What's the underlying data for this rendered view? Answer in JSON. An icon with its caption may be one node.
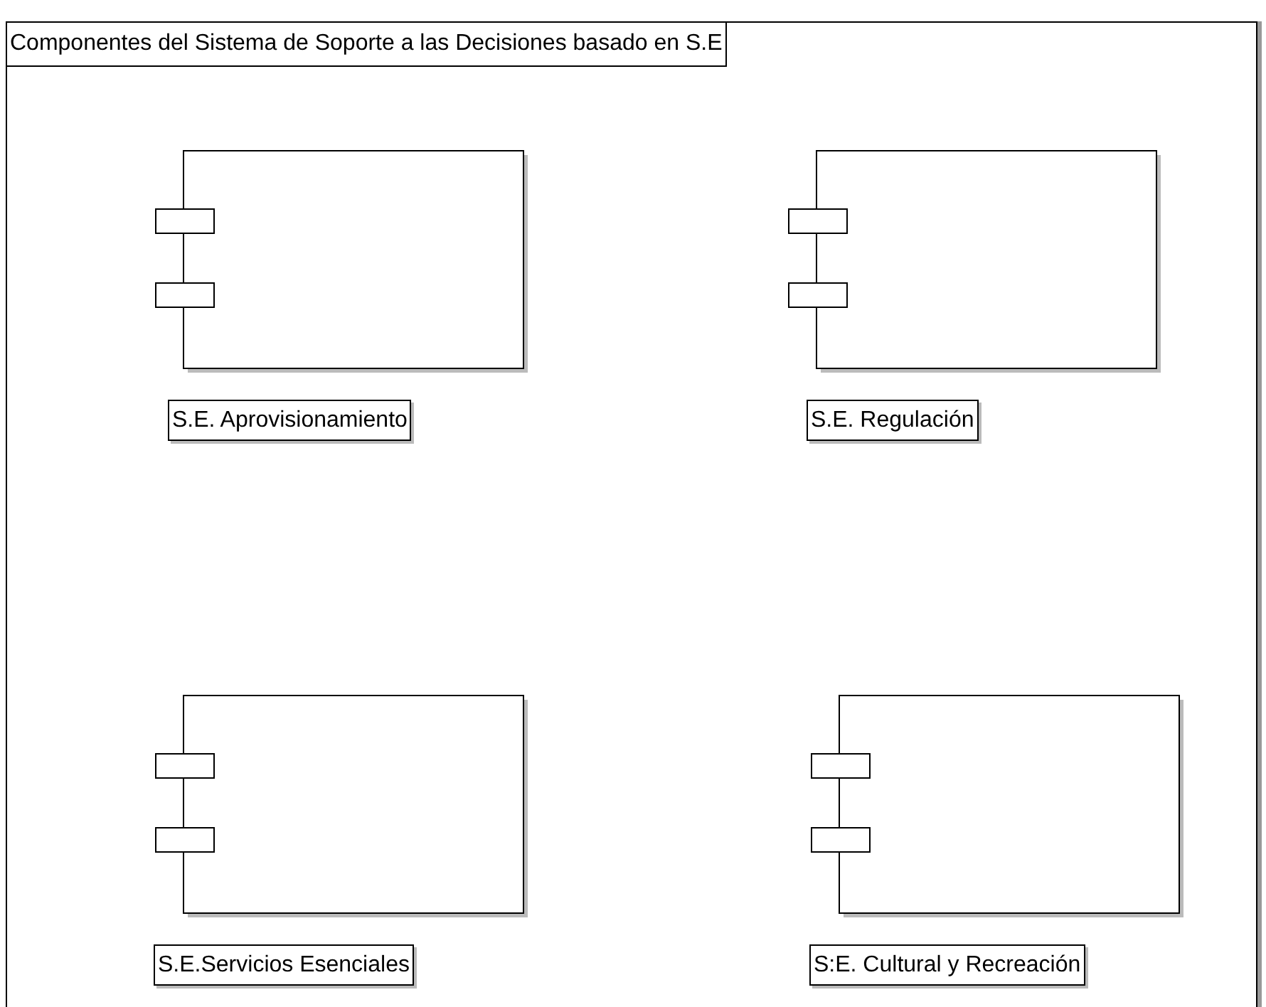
{
  "diagram": {
    "nodes": [
      {
        "text": [
          "Componentes del Sistema de Soporte a las Decisiones basado en S.E"
        ]
      },
      {
        "text": [
          "S.E. Aprovisionamiento"
        ],
        "in": 0
      },
      {
        "text": [
          "S.E. Regulación"
        ],
        "in": 0
      },
      {
        "text": [
          "S.E.Servicios Esenciales"
        ],
        "in": 0
      },
      {
        "text": [
          "S:E. Cultural y Recreación"
        ],
        "in": 0
      }
    ]
  }
}
